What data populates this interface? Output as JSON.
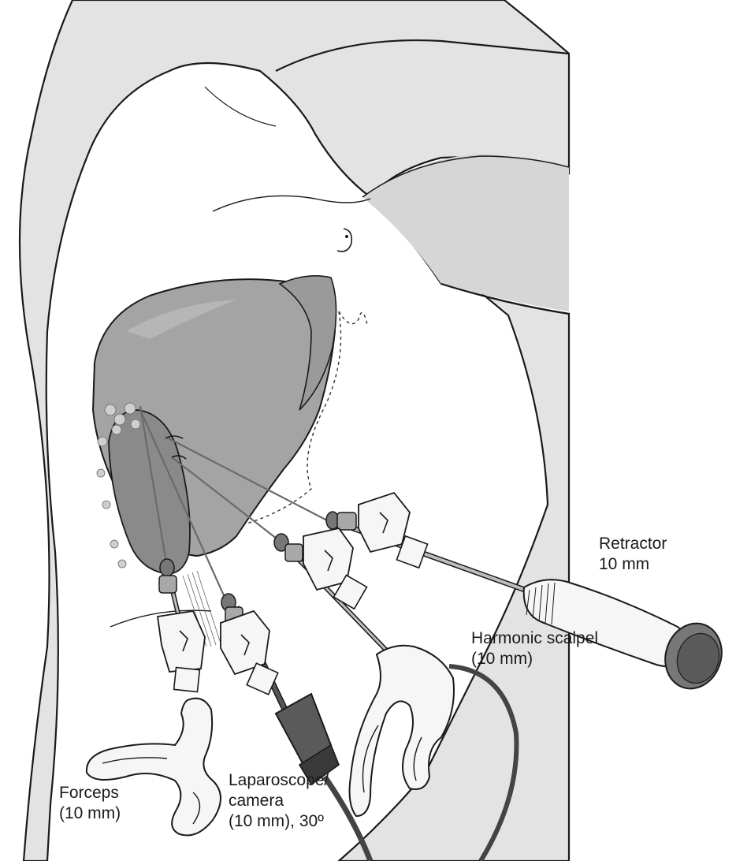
{
  "labels": {
    "retractor": [
      "Retractor",
      "10 mm"
    ],
    "harmonic_scalpel": [
      "Harmonic scalpel",
      "(10 mm)"
    ],
    "forceps": [
      "Forceps",
      "(10 mm)"
    ],
    "laparoscope": [
      "Laparoscope/",
      "camera",
      "(10 mm), 30º"
    ]
  },
  "colors": {
    "background": "#ffffff",
    "skin": "#e3e3e3",
    "skin_shadow": "#d2d2d2",
    "liver": "#a4a4a4",
    "gallbladder": "#8a8a8a",
    "outline": "#1a1a1a",
    "instrument_light": "#f6f6f6",
    "instrument_dark": "#555555",
    "cable": "#444444"
  }
}
